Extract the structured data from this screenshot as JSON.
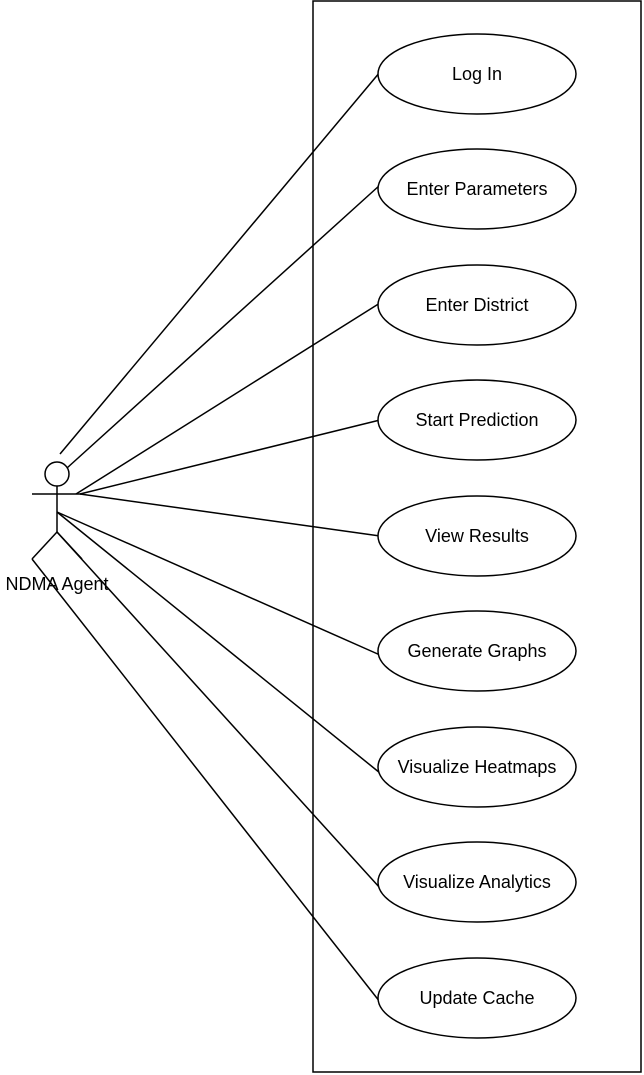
{
  "actor": {
    "name": "NDMA Agent"
  },
  "use_cases": [
    {
      "label": "Log In"
    },
    {
      "label": "Enter Parameters"
    },
    {
      "label": "Enter District"
    },
    {
      "label": "Start Prediction"
    },
    {
      "label": "View Results"
    },
    {
      "label": "Generate Graphs"
    },
    {
      "label": "Visualize Heatmaps"
    },
    {
      "label": "Visualize Analytics"
    },
    {
      "label": "Update Cache"
    }
  ],
  "colors": {
    "stroke": "#000000",
    "background": "#ffffff"
  }
}
